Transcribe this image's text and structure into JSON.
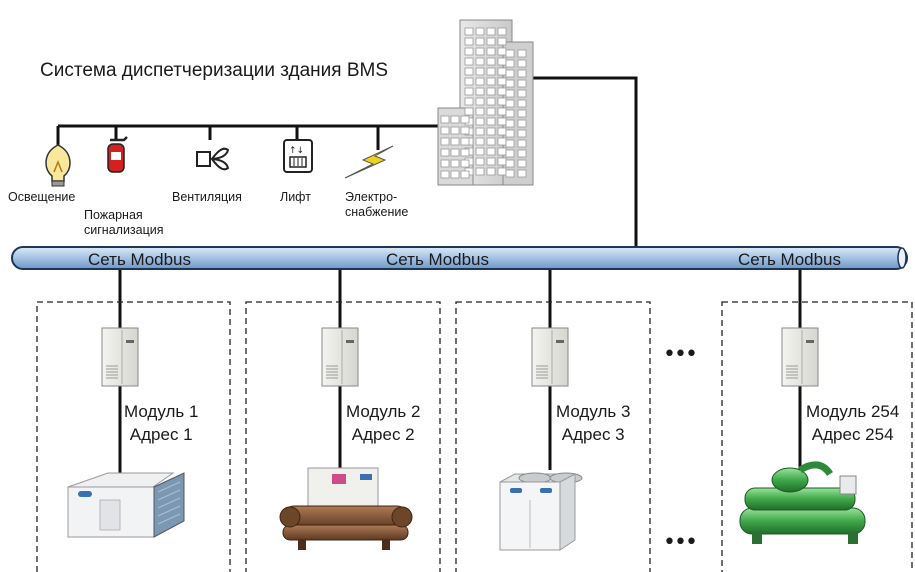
{
  "title": "Система диспетчеризации здания BMS",
  "subsystems": [
    {
      "icon": "lightbulb-icon",
      "label": "Освещение"
    },
    {
      "icon": "fire-extinguisher-icon",
      "label": "Пожарная сигнализация",
      "label_lines": [
        "Пожарная",
        "сигнализация"
      ]
    },
    {
      "icon": "fan-icon",
      "label": "Вентиляция"
    },
    {
      "icon": "elevator-icon",
      "label": "Лифт"
    },
    {
      "icon": "lightning-icon",
      "label": "Электро-снабжение",
      "label_lines": [
        "Электро-",
        "снабжение"
      ]
    }
  ],
  "bus": {
    "labels": [
      "Сеть Modbus",
      "Сеть Modbus",
      "Сеть Modbus"
    ],
    "color": "#a9c6e6"
  },
  "modules": [
    {
      "module": "Модуль 1",
      "address": "Адрес 1",
      "unit_icon": "air-cooled-chiller-icon"
    },
    {
      "module": "Модуль 2",
      "address": "Адрес 2",
      "unit_icon": "water-cooled-chiller-icon"
    },
    {
      "module": "Модуль 3",
      "address": "Адрес 3",
      "unit_icon": "outdoor-unit-icon"
    },
    {
      "module": "Модуль 254",
      "address": "Адрес 254",
      "unit_icon": "centrifugal-chiller-icon"
    }
  ],
  "ellipsis": [
    "•••",
    "•••"
  ]
}
